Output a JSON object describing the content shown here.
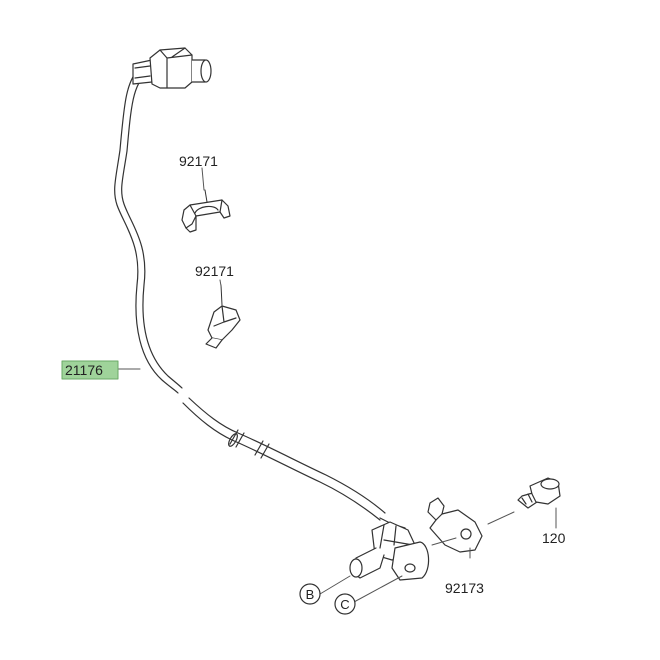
{
  "title": "",
  "colors": {
    "line": "#333333",
    "highlight_fill": "#9fd39a",
    "highlight_stroke": "#6aa865",
    "leader": "#555555",
    "background": "#ffffff"
  },
  "parts": [
    {
      "number": "92171",
      "name": "clamp-upper",
      "highlighted": false
    },
    {
      "number": "92171",
      "name": "clamp-lower",
      "highlighted": false
    },
    {
      "number": "21176",
      "name": "abs-sensor-cable",
      "highlighted": true
    },
    {
      "number": "92173",
      "name": "bracket-plate",
      "highlighted": false
    },
    {
      "number": "120",
      "name": "bolt",
      "highlighted": false
    }
  ],
  "references": [
    {
      "letter": "B"
    },
    {
      "letter": "C"
    }
  ]
}
